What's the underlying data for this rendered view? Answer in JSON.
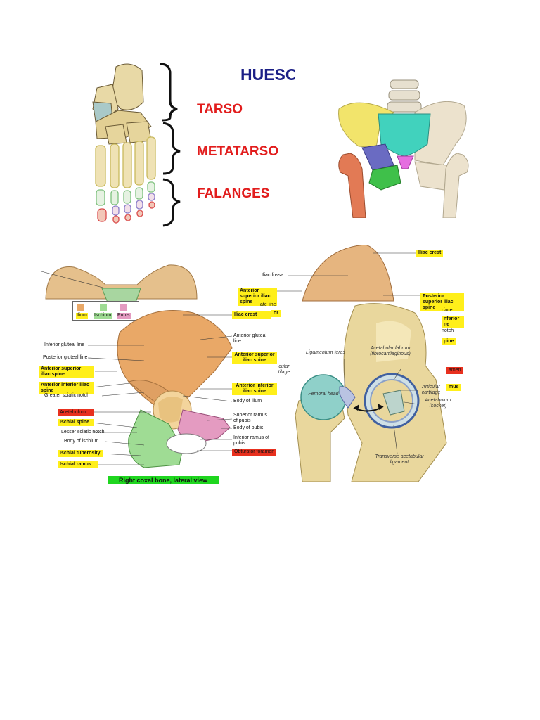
{
  "foot": {
    "title": "HUESO",
    "tarso": "TARSO",
    "metatarso": "METATARSO",
    "falanges": "FALANGES"
  },
  "top_crop": {
    "labels": [
      "Iliac crest",
      "Iliac fossa",
      "Anterior superior iliac spine",
      "Posterior superior iliac spine",
      "ate line",
      "or",
      "rface",
      "nferior ne",
      "notch",
      "pine"
    ]
  },
  "legend": {
    "ilium": "Ilium",
    "ischium": "Ischium",
    "pubis": "Pubis",
    "colors": {
      "ilium": "#e9a867",
      "ischium": "#9fdc94",
      "pubis": "#e49bc1"
    }
  },
  "coxal": {
    "left_labels": [
      "Inferior gluteal line",
      "Posterior gluteal line",
      "Anterior superior iliac spine",
      "Anterior inferior iliac spine",
      "Greater sciatic notch",
      "Acetabulum",
      "Ischial spine",
      "Lesser sciatic notch",
      "Body of ischium",
      "Ischial tuberosity",
      "Ischial ramus"
    ],
    "right_labels": [
      "Iliac crest",
      "Anterior gluteal line",
      "Anterior superior iliac spine",
      "Anterior inferior iliac spine",
      "Body of ilium",
      "Superior ramus of pubis",
      "Body of pubis",
      "Inferior ramus of pubis",
      "Obturator foramen"
    ],
    "caption": "Right coxal bone, lateral view"
  },
  "hip_joint": {
    "ligamentum": "Ligamentum teres",
    "labrum": "Acetabular labrum (fibrocartilaginous)",
    "femoral_head": "Femoral head",
    "articular": "Articular cartilage",
    "acetabulum": "Acetabulum (socket)",
    "transverse": "Transverse acetabular ligament",
    "partial_left": "cular tilage",
    "partial_right": [
      "amen",
      "mus"
    ]
  }
}
